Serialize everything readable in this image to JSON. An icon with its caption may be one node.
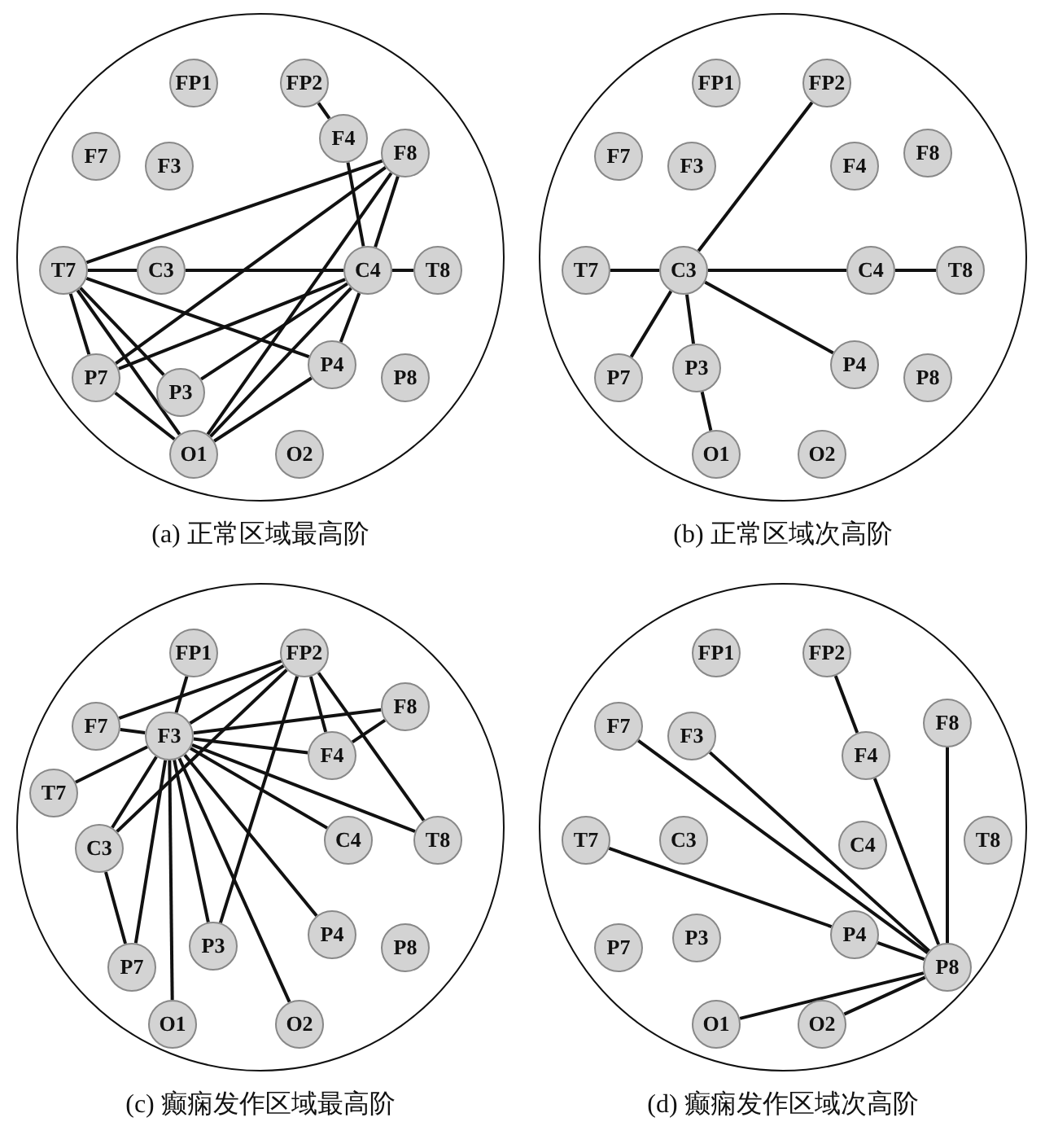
{
  "diagram": {
    "nodes": [
      {
        "text": [],
        "shape": "circle",
        "beside": [
          "(a) 正常区域最高阶"
        ]
      },
      {
        "text": [
          "FP1"
        ],
        "in": 0
      },
      {
        "text": [
          "FP2"
        ],
        "in": 0
      },
      {
        "text": [
          "F7"
        ],
        "in": 0
      },
      {
        "text": [
          "F3"
        ],
        "in": 0
      },
      {
        "text": [
          "F4"
        ],
        "in": 0
      },
      {
        "text": [
          "F8"
        ],
        "in": 0
      },
      {
        "text": [
          "T7"
        ],
        "in": 0
      },
      {
        "text": [
          "C3"
        ],
        "in": 0
      },
      {
        "text": [
          "C4"
        ],
        "in": 0
      },
      {
        "text": [
          "T8"
        ],
        "in": 0
      },
      {
        "text": [
          "P7"
        ],
        "in": 0
      },
      {
        "text": [
          "P3"
        ],
        "in": 0
      },
      {
        "text": [
          "P4"
        ],
        "in": 0
      },
      {
        "text": [
          "P8"
        ],
        "in": 0
      },
      {
        "text": [
          "O1"
        ],
        "in": 0
      },
      {
        "text": [
          "O2"
        ],
        "in": 0
      },
      {
        "text": [],
        "shape": "circle",
        "beside": [
          "(b) 正常区域次高阶"
        ]
      },
      {
        "text": [
          "FP1"
        ],
        "in": 17
      },
      {
        "text": [
          "FP2"
        ],
        "in": 17
      },
      {
        "text": [
          "F7"
        ],
        "in": 17
      },
      {
        "text": [
          "F3"
        ],
        "in": 17
      },
      {
        "text": [
          "F4"
        ],
        "in": 17
      },
      {
        "text": [
          "F8"
        ],
        "in": 17
      },
      {
        "text": [
          "T7"
        ],
        "in": 17
      },
      {
        "text": [
          "C3"
        ],
        "in": 17
      },
      {
        "text": [
          "C4"
        ],
        "in": 17
      },
      {
        "text": [
          "T8"
        ],
        "in": 17
      },
      {
        "text": [
          "P7"
        ],
        "in": 17
      },
      {
        "text": [
          "P3"
        ],
        "in": 17
      },
      {
        "text": [
          "P4"
        ],
        "in": 17
      },
      {
        "text": [
          "P8"
        ],
        "in": 17
      },
      {
        "text": [
          "O1"
        ],
        "in": 17
      },
      {
        "text": [
          "O2"
        ],
        "in": 17
      },
      {
        "text": [],
        "shape": "circle",
        "beside": [
          "(c) 癫痫发作区域最高阶"
        ]
      },
      {
        "text": [
          "FP1"
        ],
        "in": 34
      },
      {
        "text": [
          "FP2"
        ],
        "in": 34
      },
      {
        "text": [
          "F7"
        ],
        "in": 34
      },
      {
        "text": [
          "F3"
        ],
        "in": 34
      },
      {
        "text": [
          "F4"
        ],
        "in": 34
      },
      {
        "text": [
          "F8"
        ],
        "in": 34
      },
      {
        "text": [
          "T7"
        ],
        "in": 34
      },
      {
        "text": [
          "C3"
        ],
        "in": 34
      },
      {
        "text": [
          "C4"
        ],
        "in": 34
      },
      {
        "text": [
          "T8"
        ],
        "in": 34
      },
      {
        "text": [
          "P7"
        ],
        "in": 34
      },
      {
        "text": [
          "P3"
        ],
        "in": 34
      },
      {
        "text": [
          "P4"
        ],
        "in": 34
      },
      {
        "text": [
          "P8"
        ],
        "in": 34
      },
      {
        "text": [
          "O1"
        ],
        "in": 34
      },
      {
        "text": [
          "O2"
        ],
        "in": 34
      },
      {
        "text": [],
        "shape": "circle",
        "beside": [
          "(d) 癫痫发作区域次高阶"
        ]
      },
      {
        "text": [
          "FP1"
        ],
        "in": 51
      },
      {
        "text": [
          "FP2"
        ],
        "in": 51
      },
      {
        "text": [
          "F7"
        ],
        "in": 51
      },
      {
        "text": [
          "F3"
        ],
        "in": 51
      },
      {
        "text": [
          "F4"
        ],
        "in": 51
      },
      {
        "text": [
          "F8"
        ],
        "in": 51
      },
      {
        "text": [
          "T7"
        ],
        "in": 51
      },
      {
        "text": [
          "C3"
        ],
        "in": 51
      },
      {
        "text": [
          "C4"
        ],
        "in": 51
      },
      {
        "text": [
          "T8"
        ],
        "in": 51
      },
      {
        "text": [
          "P7"
        ],
        "in": 51
      },
      {
        "text": [
          "P3"
        ],
        "in": 51
      },
      {
        "text": [
          "P4"
        ],
        "in": 51
      },
      {
        "text": [
          "P8"
        ],
        "in": 51
      },
      {
        "text": [
          "O1"
        ],
        "in": 51
      },
      {
        "text": [
          "O2"
        ],
        "in": 51
      }
    ],
    "edges": [
      {
        "from": 2,
        "to": 5,
        "arrow": "none"
      },
      {
        "from": 5,
        "to": 9,
        "arrow": "none"
      },
      {
        "from": 7,
        "to": 6,
        "arrow": "none"
      },
      {
        "from": 6,
        "to": 11,
        "arrow": "none"
      },
      {
        "from": 6,
        "to": 9,
        "arrow": "none"
      },
      {
        "from": 6,
        "to": 15,
        "arrow": "none"
      },
      {
        "from": 7,
        "to": 8,
        "arrow": "none"
      },
      {
        "from": 8,
        "to": 9,
        "arrow": "none"
      },
      {
        "from": 9,
        "to": 10,
        "arrow": "none"
      },
      {
        "from": 9,
        "to": 13,
        "arrow": "none"
      },
      {
        "from": 9,
        "to": 12,
        "arrow": "none"
      },
      {
        "from": 9,
        "to": 11,
        "arrow": "none"
      },
      {
        "from": 9,
        "to": 15,
        "arrow": "none"
      },
      {
        "from": 7,
        "to": 11,
        "arrow": "none"
      },
      {
        "from": 7,
        "to": 12,
        "arrow": "none"
      },
      {
        "from": 7,
        "to": 13,
        "arrow": "none"
      },
      {
        "from": 7,
        "to": 15,
        "arrow": "none"
      },
      {
        "from": 11,
        "to": 15,
        "arrow": "none"
      },
      {
        "from": 13,
        "to": 15,
        "arrow": "none"
      },
      {
        "from": 25,
        "to": 19,
        "arrow": "none"
      },
      {
        "from": 24,
        "to": 25,
        "arrow": "none"
      },
      {
        "from": 25,
        "to": 26,
        "arrow": "none"
      },
      {
        "from": 26,
        "to": 27,
        "arrow": "none"
      },
      {
        "from": 25,
        "to": 28,
        "arrow": "none"
      },
      {
        "from": 25,
        "to": 29,
        "arrow": "none"
      },
      {
        "from": 25,
        "to": 30,
        "arrow": "none"
      },
      {
        "from": 29,
        "to": 32,
        "arrow": "none"
      },
      {
        "from": 35,
        "to": 38,
        "arrow": "none"
      },
      {
        "from": 36,
        "to": 37,
        "arrow": "none"
      },
      {
        "from": 36,
        "to": 38,
        "arrow": "none"
      },
      {
        "from": 36,
        "to": 39,
        "arrow": "none"
      },
      {
        "from": 36,
        "to": 44,
        "arrow": "none"
      },
      {
        "from": 36,
        "to": 42,
        "arrow": "none"
      },
      {
        "from": 36,
        "to": 46,
        "arrow": "none"
      },
      {
        "from": 37,
        "to": 38,
        "arrow": "none"
      },
      {
        "from": 38,
        "to": 39,
        "arrow": "none"
      },
      {
        "from": 39,
        "to": 40,
        "arrow": "none"
      },
      {
        "from": 38,
        "to": 40,
        "arrow": "none"
      },
      {
        "from": 38,
        "to": 41,
        "arrow": "none"
      },
      {
        "from": 38,
        "to": 42,
        "arrow": "none"
      },
      {
        "from": 38,
        "to": 45,
        "arrow": "none"
      },
      {
        "from": 42,
        "to": 45,
        "arrow": "none"
      },
      {
        "from": 38,
        "to": 46,
        "arrow": "none"
      },
      {
        "from": 38,
        "to": 49,
        "arrow": "none"
      },
      {
        "from": 38,
        "to": 50,
        "arrow": "none"
      },
      {
        "from": 38,
        "to": 47,
        "arrow": "none"
      },
      {
        "from": 38,
        "to": 43,
        "arrow": "none"
      },
      {
        "from": 38,
        "to": 44,
        "arrow": "none"
      },
      {
        "from": 53,
        "to": 56,
        "arrow": "none"
      },
      {
        "from": 56,
        "to": 65,
        "arrow": "none"
      },
      {
        "from": 57,
        "to": 65,
        "arrow": "none"
      },
      {
        "from": 55,
        "to": 65,
        "arrow": "none"
      },
      {
        "from": 54,
        "to": 65,
        "arrow": "none"
      },
      {
        "from": 58,
        "to": 64,
        "arrow": "none"
      },
      {
        "from": 64,
        "to": 65,
        "arrow": "none"
      },
      {
        "from": 66,
        "to": 65,
        "arrow": "none"
      },
      {
        "from": 67,
        "to": 65,
        "arrow": "none"
      }
    ]
  }
}
